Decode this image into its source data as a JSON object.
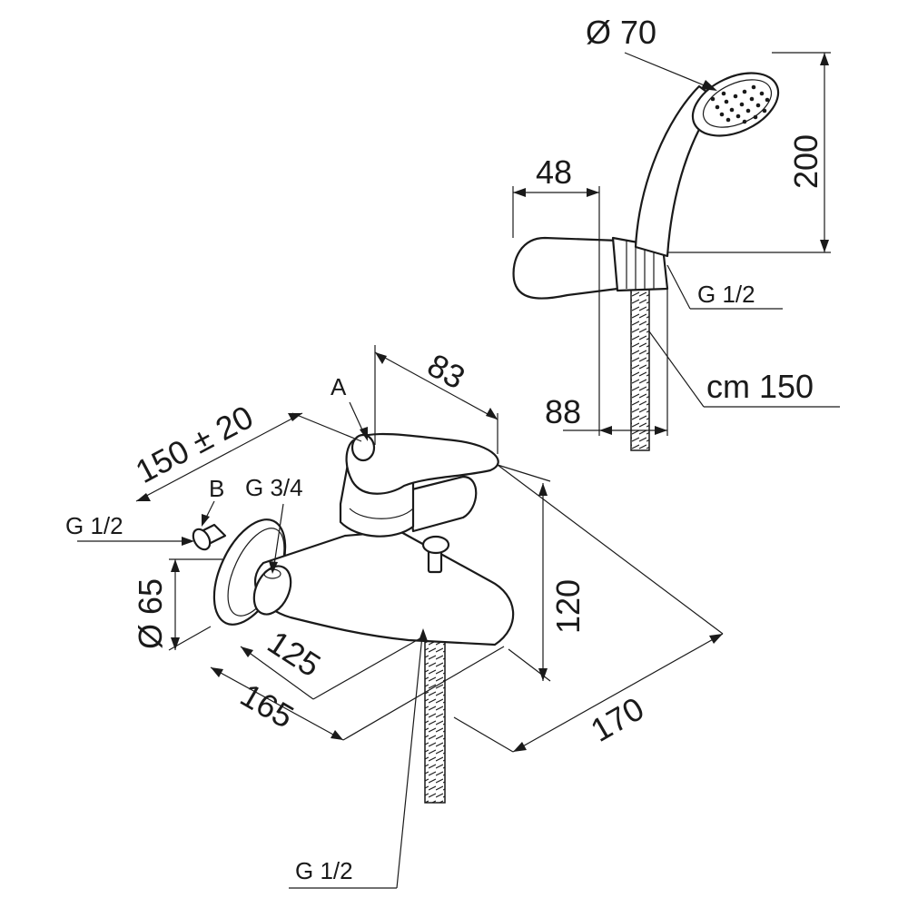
{
  "dimensions": {
    "head_diameter": "Ø 70",
    "shower_height": "200",
    "holder_depth": "48",
    "holder_width": "88",
    "hose_length": "cm 150",
    "handle_length": "83",
    "centers": "150 ± 20",
    "body_height": "120",
    "rosette_diameter": "Ø 65",
    "spout_125": "125",
    "spout_165": "165",
    "overall_170": "170"
  },
  "labels": {
    "point_a": "A",
    "point_b": "B",
    "g12_holder": "G 1/2",
    "g12_inlet": "G 1/2",
    "g34_outlet": "G 3/4",
    "g12_hose": "G 1/2"
  }
}
